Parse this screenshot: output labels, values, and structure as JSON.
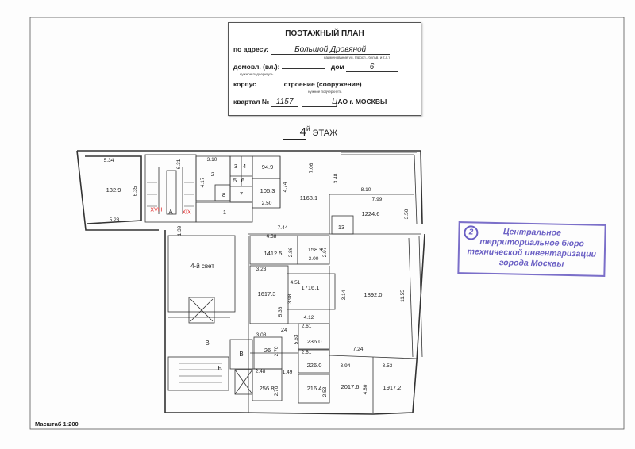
{
  "header": {
    "title": "ПОЭТАЖНЫЙ ПЛАН",
    "address_label": "по адресу:",
    "address_value": "Большой Дровяной",
    "address_caption": "наименование ул. (просп., бульв. и т.д.)",
    "domovl_label": "домовл. (вл.):",
    "dom_label": "дом",
    "dom_value": "6",
    "underline_caption_1": "нужное подчеркнуть",
    "korpus_label": "корпус",
    "stroenie_label": "строение (сооружение)",
    "underline_caption_2": "нужное подчеркнуть",
    "kvartal_label": "квартал №",
    "kvartal_value": "1157",
    "district_value": "Ц",
    "district_suffix": "АО г. МОСКВЫ"
  },
  "floor": {
    "number": "4",
    "suffix": "й",
    "label": "ЭТАЖ"
  },
  "rooms": [
    {
      "number": "1",
      "area": "32.9"
    },
    {
      "number": "2",
      "area": ""
    },
    {
      "number": "3",
      "area": ""
    },
    {
      "number": "4",
      "area": ""
    },
    {
      "number": "5",
      "area": ""
    },
    {
      "number": "6",
      "area": ""
    },
    {
      "number": "7",
      "area": ""
    },
    {
      "number": "8",
      "area": ""
    },
    {
      "number": "1",
      "area": ""
    },
    {
      "number": "9",
      "area": "4.9"
    },
    {
      "number": "10",
      "area": "6.3"
    },
    {
      "number": "11",
      "area": "68.1"
    },
    {
      "number": "12",
      "area": "24.6"
    },
    {
      "number": "13",
      "area": ""
    },
    {
      "number": "14",
      "area": "12.5"
    },
    {
      "number": "15",
      "area": "8.9"
    },
    {
      "number": "16",
      "area": "17.3"
    },
    {
      "number": "17",
      "area": "16.1"
    },
    {
      "number": "18",
      "area": "92.0"
    },
    {
      "number": "24",
      "area": ""
    },
    {
      "number": "23",
      "area": "6.0"
    },
    {
      "number": "22",
      "area": "6.0"
    },
    {
      "number": "21",
      "area": "6.4"
    },
    {
      "number": "26",
      "area": ""
    },
    {
      "number": "25",
      "area": "6.8"
    },
    {
      "number": "20",
      "area": "17.6"
    },
    {
      "number": "19",
      "area": "17.2"
    }
  ],
  "markers": {
    "stair_a": "А",
    "hall_v": "В",
    "stair_b": "Б",
    "lobby_v": "В",
    "axis_xviii": "XVIII",
    "axis_xix": "XIX",
    "lightwell": "4-й свет"
  },
  "dimensions": [
    "5.34",
    "5.23",
    "6.35",
    "6.31",
    "3.10",
    "4.17",
    "2.50",
    "4.74",
    "7.06",
    "3.48",
    "8.10",
    "7.99",
    "3.50",
    "7.44",
    "1.39",
    "4.38",
    "2.86",
    "2.97",
    "3.00",
    "3.23",
    "4.51",
    "3.98",
    "3.14",
    "5.38",
    "11.55",
    "4.12",
    "3.08",
    "2.70",
    "5.63",
    "2.61",
    "2.61",
    "1.49",
    "2.48",
    "2.70",
    "2.53",
    "7.24",
    "3.94",
    "3.53",
    "4.80"
  ],
  "stamp": {
    "number": "2",
    "lines": [
      "Центральное",
      "территориальное бюро",
      "технической инвентаризации",
      "города Москвы"
    ]
  },
  "scale": "Масштаб 1:200"
}
